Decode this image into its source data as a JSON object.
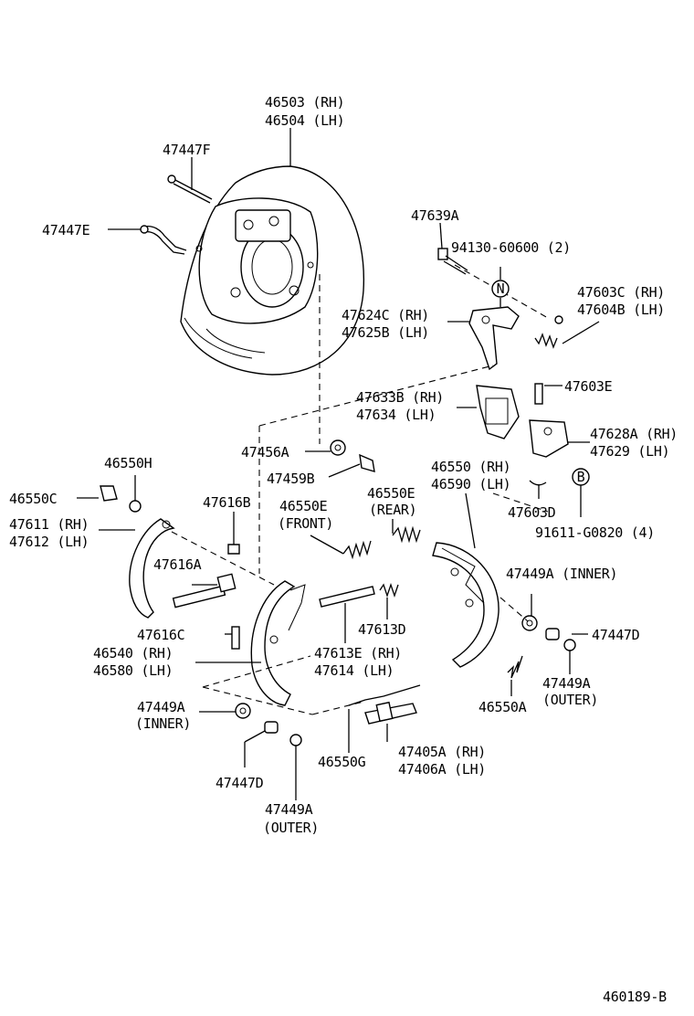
{
  "diagram_code": "460189-B",
  "labels": {
    "l46503": "46503 (RH)",
    "l46504": "46504 (LH)",
    "l47447F": "47447F",
    "l47447E": "47447E",
    "l47639A": "47639A",
    "l94130": "94130-60600 (2)",
    "lN": "N",
    "l47603C": "47603C (RH)",
    "l47604B": "47604B (LH)",
    "l47624C": "47624C (RH)",
    "l47625B": "47625B (LH)",
    "l47633B": "47633B (RH)",
    "l47634": "47634 (LH)",
    "l47603E": "47603E",
    "l47628A": "47628A (RH)",
    "l47629": "47629 (LH)",
    "l47456A": "47456A",
    "l47459B": "47459B",
    "l46550H": "46550H",
    "l46550C": "46550C",
    "l46550Ef": "46550E",
    "lFront": "(FRONT)",
    "l46550Er": "46550E",
    "lRear": "(REAR)",
    "l46550": "46550 (RH)",
    "l46590": "46590 (LH)",
    "lB": "B",
    "l47603D": "47603D",
    "l91611": "91611-G0820 (4)",
    "l47611": "47611 (RH)",
    "l47612": "47612 (LH)",
    "l47616B": "47616B",
    "l47616A": "47616A",
    "l47449Ai_r": "47449A (INNER)",
    "l47447D_r": "47447D",
    "l47613D": "47613D",
    "l47616C": "47616C",
    "l46540": "46540 (RH)",
    "l46580": "46580 (LH)",
    "l47613E": "47613E (RH)",
    "l47614": "47614 (LH)",
    "l47449Ao_r": "47449A",
    "lOuter_r": "(OUTER)",
    "l46550A": "46550A",
    "l47449Ai_l": "47449A",
    "lInner_l": "(INNER)",
    "l46550G": "46550G",
    "l47405A": "47405A (RH)",
    "l47406A": "47406A (LH)",
    "l47447D_l": "47447D",
    "l47449Ao_l": "47449A",
    "lOuter_l": "(OUTER)"
  }
}
